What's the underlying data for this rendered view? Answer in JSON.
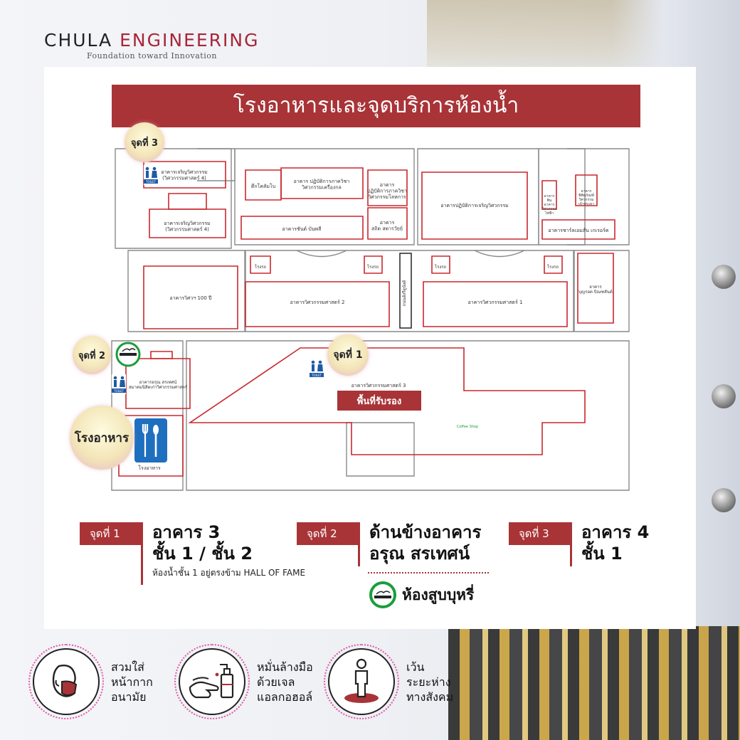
{
  "logo": {
    "brand_left": "CHULA",
    "brand_right": "ENGINEERING",
    "tagline": "Foundation toward Innovation"
  },
  "map": {
    "title": "โรงอาหารและจุดบริการห้องน้ำ",
    "buildings": {
      "charoen_1": "อาคารเจริญวิศวกรรม\n(วิศวกรรมศาสตร์ 4)",
      "charoen_2": "อาคารเจริญวิศวกรรม\n(วิศวกรรมศาสตร์ 4)",
      "kot": "ตึกโคลัมโบ",
      "mech_lab": "อาคาร ปฏิบัติการภาควิชา\nวิศวกรรมเครื่องกล",
      "metal_lab": "อาคาร\nปฏิบัติการภาควิชา\nวิศวกรรมโลหการ",
      "chan": "อาคารชันต์ บันพลี",
      "sarn": "อาคาร\nสถิต สตารวัยย์",
      "charoen_lab": "อาคารปฏิบัติการเจริญวิศวกรรม",
      "small_a": "อาคาร\nพิน\nอาคาร\nวิศวกรรม\nไฟฟ้า",
      "small_b": "อาคาร\nพิพิธภัณฑ์\nวิศวกรรม\nเจ้าพระยา",
      "charosh": "อาคารชาร์ลเอมสัน เกเรอร์ค",
      "centennial": "อาคารวิศวฯ 100 ปี",
      "eng2": "อาคารวิศวกรรมศาสตร์ 2",
      "eng1": "อาคารวิศวกรรมศาสตร์ 1",
      "boonrod": "อาคาร\nบุญรอด บิณฑสันต์",
      "corridor": "ถนนอังรีดูนังต์",
      "arun": "อาคารอรุณ สรเทศน์\nสมาคมนิสิตเก่าวิศวกรรมศาสตร์",
      "eng3": "อาคารวิศวกรรมศาสตร์ 3",
      "reception": "พื้นที่รับรอง",
      "canteen": "โรงอาหาร",
      "coffee": "Coffee Shop",
      "garage": "โรงรถ"
    },
    "toilet_label": "TOILET",
    "pins": {
      "p3": "จุดที่ 3",
      "p2": "จุดที่ 2",
      "p1": "จุดที่ 1",
      "canteen": "โรงอาหาร"
    },
    "colors": {
      "outline": "#c8282e",
      "frame": "#8a8a8a",
      "accent": "#a83437",
      "toilet": "#1f5aa6",
      "smoke": "#1a9e3a"
    }
  },
  "legend": [
    {
      "tag": "จุดที่ 1",
      "line1": "อาคาร 3",
      "line2": "ชั้น 1 / ชั้น 2",
      "note": "ห้องน้ำชั้น  1 อยู่ตรงข้าม HALL OF FAME"
    },
    {
      "tag": "จุดที่ 2",
      "line1": "ด้านข้างอาคาร",
      "line2": "อรุณ สรเทศน์",
      "extra": "ห้องสูบบุหรี่"
    },
    {
      "tag": "จุดที่ 3",
      "line1": "อาคาร 4",
      "line2": "ชั้น 1"
    }
  ],
  "safety": [
    {
      "icon": "face-mask-icon",
      "label": "สวมใส่\nหน้ากาก\nอนามัย"
    },
    {
      "icon": "hand-sanitizer-icon",
      "label": "หมั่นล้างมือ\nด้วยเจล\nแอลกอฮอล์"
    },
    {
      "icon": "social-distance-icon",
      "label": "เว้น\nระยะห่าง\nทางสังคม"
    }
  ]
}
